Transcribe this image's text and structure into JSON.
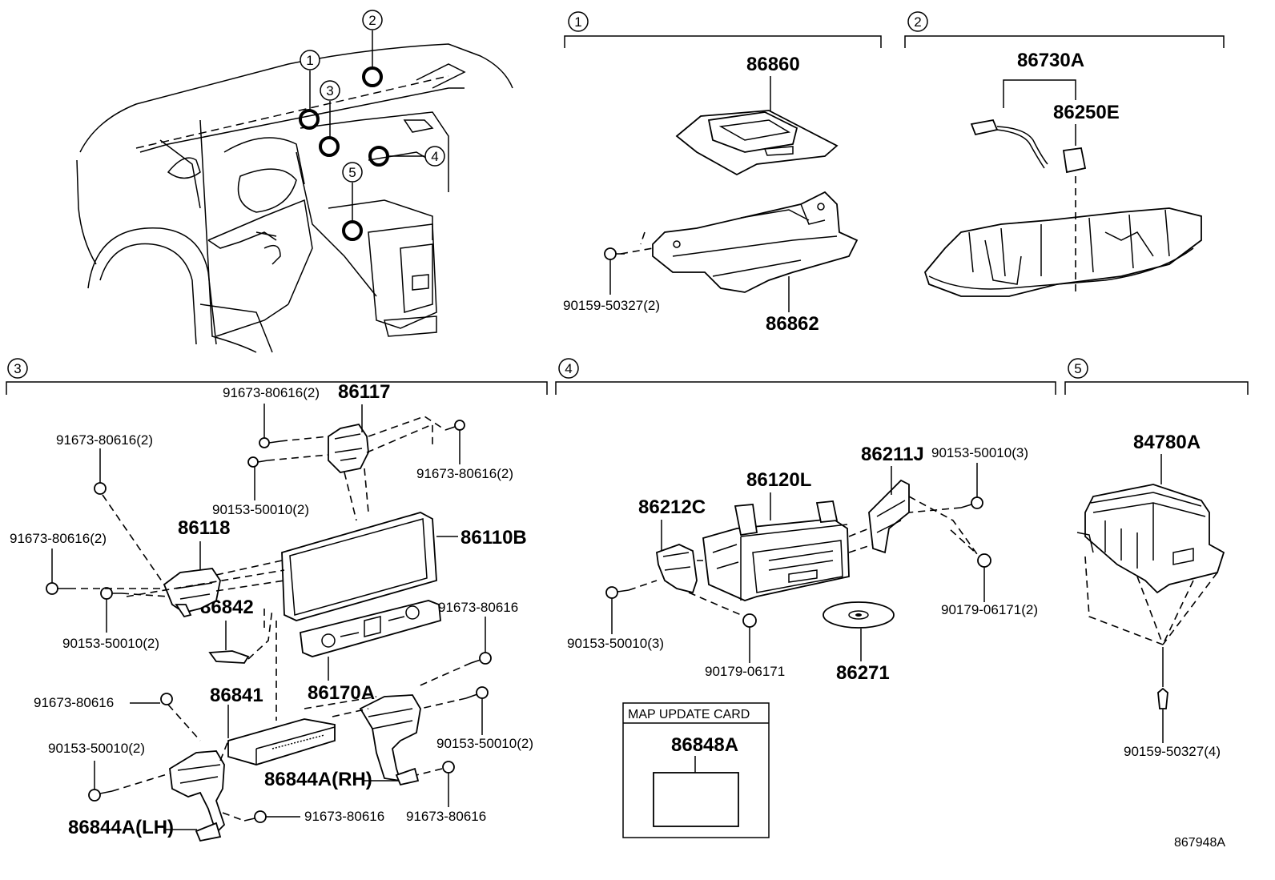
{
  "callout_numbers": [
    "1",
    "2",
    "3",
    "4",
    "5"
  ],
  "overview": {
    "markers": [
      "1",
      "2",
      "3",
      "4",
      "5"
    ]
  },
  "section_1": {
    "number": "1",
    "parts": {
      "p86860": "86860",
      "p86862": "86862",
      "p90159_2": "90159-50327(2)"
    }
  },
  "section_2": {
    "number": "2",
    "parts": {
      "p86730A": "86730A",
      "p86250E": "86250E"
    }
  },
  "section_3": {
    "number": "3",
    "parts": {
      "bolt_top_left": "91673-80616(2)",
      "p86117": "86117",
      "bolt_top_right": "91673-80616(2)",
      "nut_top": "90153-50010(2)",
      "bolt_left_upper": "91673-80616(2)",
      "p86118": "86118",
      "bolt_left_mid": "91673-80616(2)",
      "p86110B": "86110B",
      "nut_left_mid": "90153-50010(2)",
      "p86842": "86842",
      "bolt_right_mid": "91673-80616",
      "p86170A": "86170A",
      "bolt_left_low": "91673-80616",
      "p86841": "86841",
      "nut_left_low": "90153-50010(2)",
      "nut_right_low": "90153-50010(2)",
      "p86844A_RH": "86844A(RH)",
      "p86844A_LH": "86844A(LH)",
      "bolt_bottom_mid": "91673-80616",
      "bolt_bottom_right": "91673-80616"
    }
  },
  "section_4": {
    "number": "4",
    "parts": {
      "p86211J": "86211J",
      "nut_top_right": "90153-50010(3)",
      "p86120L": "86120L",
      "p86212C": "86212C",
      "nut_left": "90153-50010(3)",
      "clip_right": "90179-06171(2)",
      "clip_bottom": "90179-06171",
      "p86271": "86271"
    },
    "map_card": {
      "caption": "MAP UPDATE CARD",
      "part": "86848A"
    }
  },
  "section_5": {
    "number": "5",
    "parts": {
      "p84780A": "84780A",
      "bolt": "90159-50327(4)"
    }
  },
  "diagram_code": "867948A"
}
